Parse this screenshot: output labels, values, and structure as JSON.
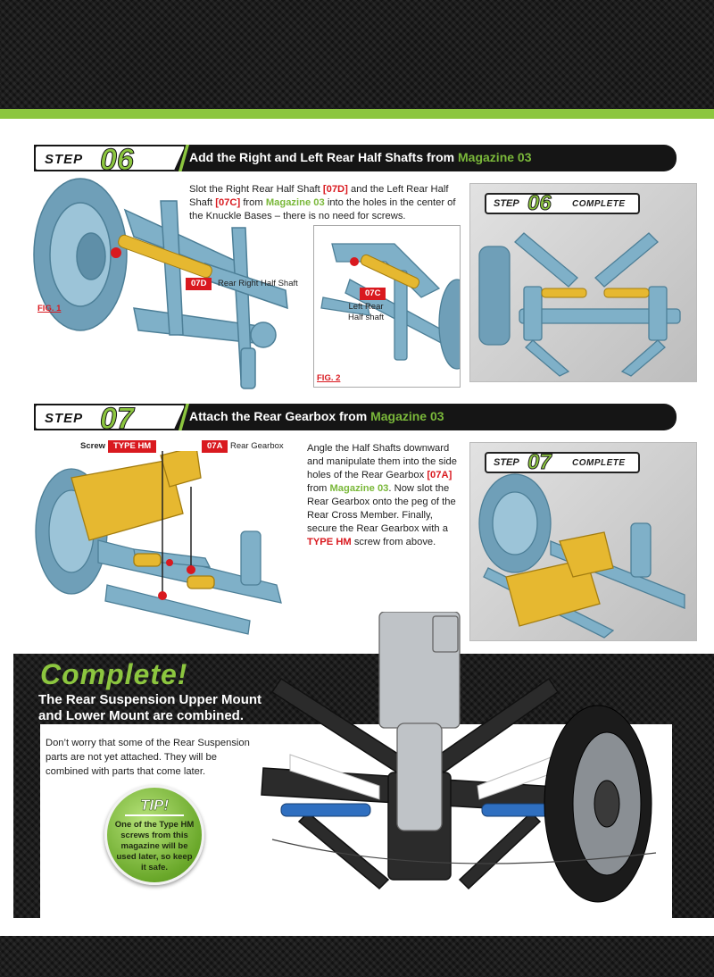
{
  "step06": {
    "step_word": "STEP",
    "number": "06",
    "title_pre": "Add the Right and Left Rear Half Shafts from ",
    "title_mag": "Magazine 03",
    "text": {
      "p1": "Slot the Right Rear Half Shaft ",
      "c1": "[07D]",
      "p2": " and the Left Rear Half Shaft ",
      "c2": "[07C]",
      "p3": " from ",
      "mag": "Magazine 03",
      "p4": " into the holes in the center of the Knuckle Bases – there is no need for screws."
    },
    "fig1": {
      "label": "FIG. 1",
      "tag": "07D",
      "tag_label": "Rear Right Half Shaft"
    },
    "fig2": {
      "label": "FIG. 2",
      "tag": "07C",
      "tag_label_1": "Left Rear",
      "tag_label_2": "Half shaft"
    },
    "complete": {
      "step": "STEP",
      "number": "06",
      "word": "COMPLETE"
    }
  },
  "step07": {
    "step_word": "STEP",
    "number": "07",
    "title_pre": "Attach the Rear Gearbox from ",
    "title_mag": "Magazine 03",
    "screw_label": "Screw",
    "screw_tag": "TYPE HM",
    "gearbox_tag": "07A",
    "gearbox_label": "Rear Gearbox",
    "text": {
      "p1": "Angle the Half Shafts downward and manipulate them into the side holes of the Rear Gearbox ",
      "c1": "[07A]",
      "p2": " from ",
      "mag": "Magazine 03",
      "p3": ". Now slot the Rear Gearbox onto the peg of the Rear Cross Member. Finally, secure the Rear Gearbox with a ",
      "hm": "TYPE HM",
      "p4": " screw from above."
    },
    "complete": {
      "step": "STEP",
      "number": "07",
      "word": "COMPLETE"
    }
  },
  "complete_section": {
    "heading": "Complete!",
    "sub_1": "The Rear Suspension Upper Mount",
    "sub_2": "and Lower Mount are combined.",
    "body": "Don’t worry that some of the Rear Suspension parts are not yet attached. They will be combined with parts that come later.",
    "tip_title": "TIP!",
    "tip_text": "One of the Type HM screws from this magazine will be used later, so keep it safe."
  },
  "colors": {
    "brand_green": "#8cc63f",
    "tag_red": "#d9191f",
    "part_blue": "#7fb0c8",
    "part_yellow": "#e6b830"
  }
}
